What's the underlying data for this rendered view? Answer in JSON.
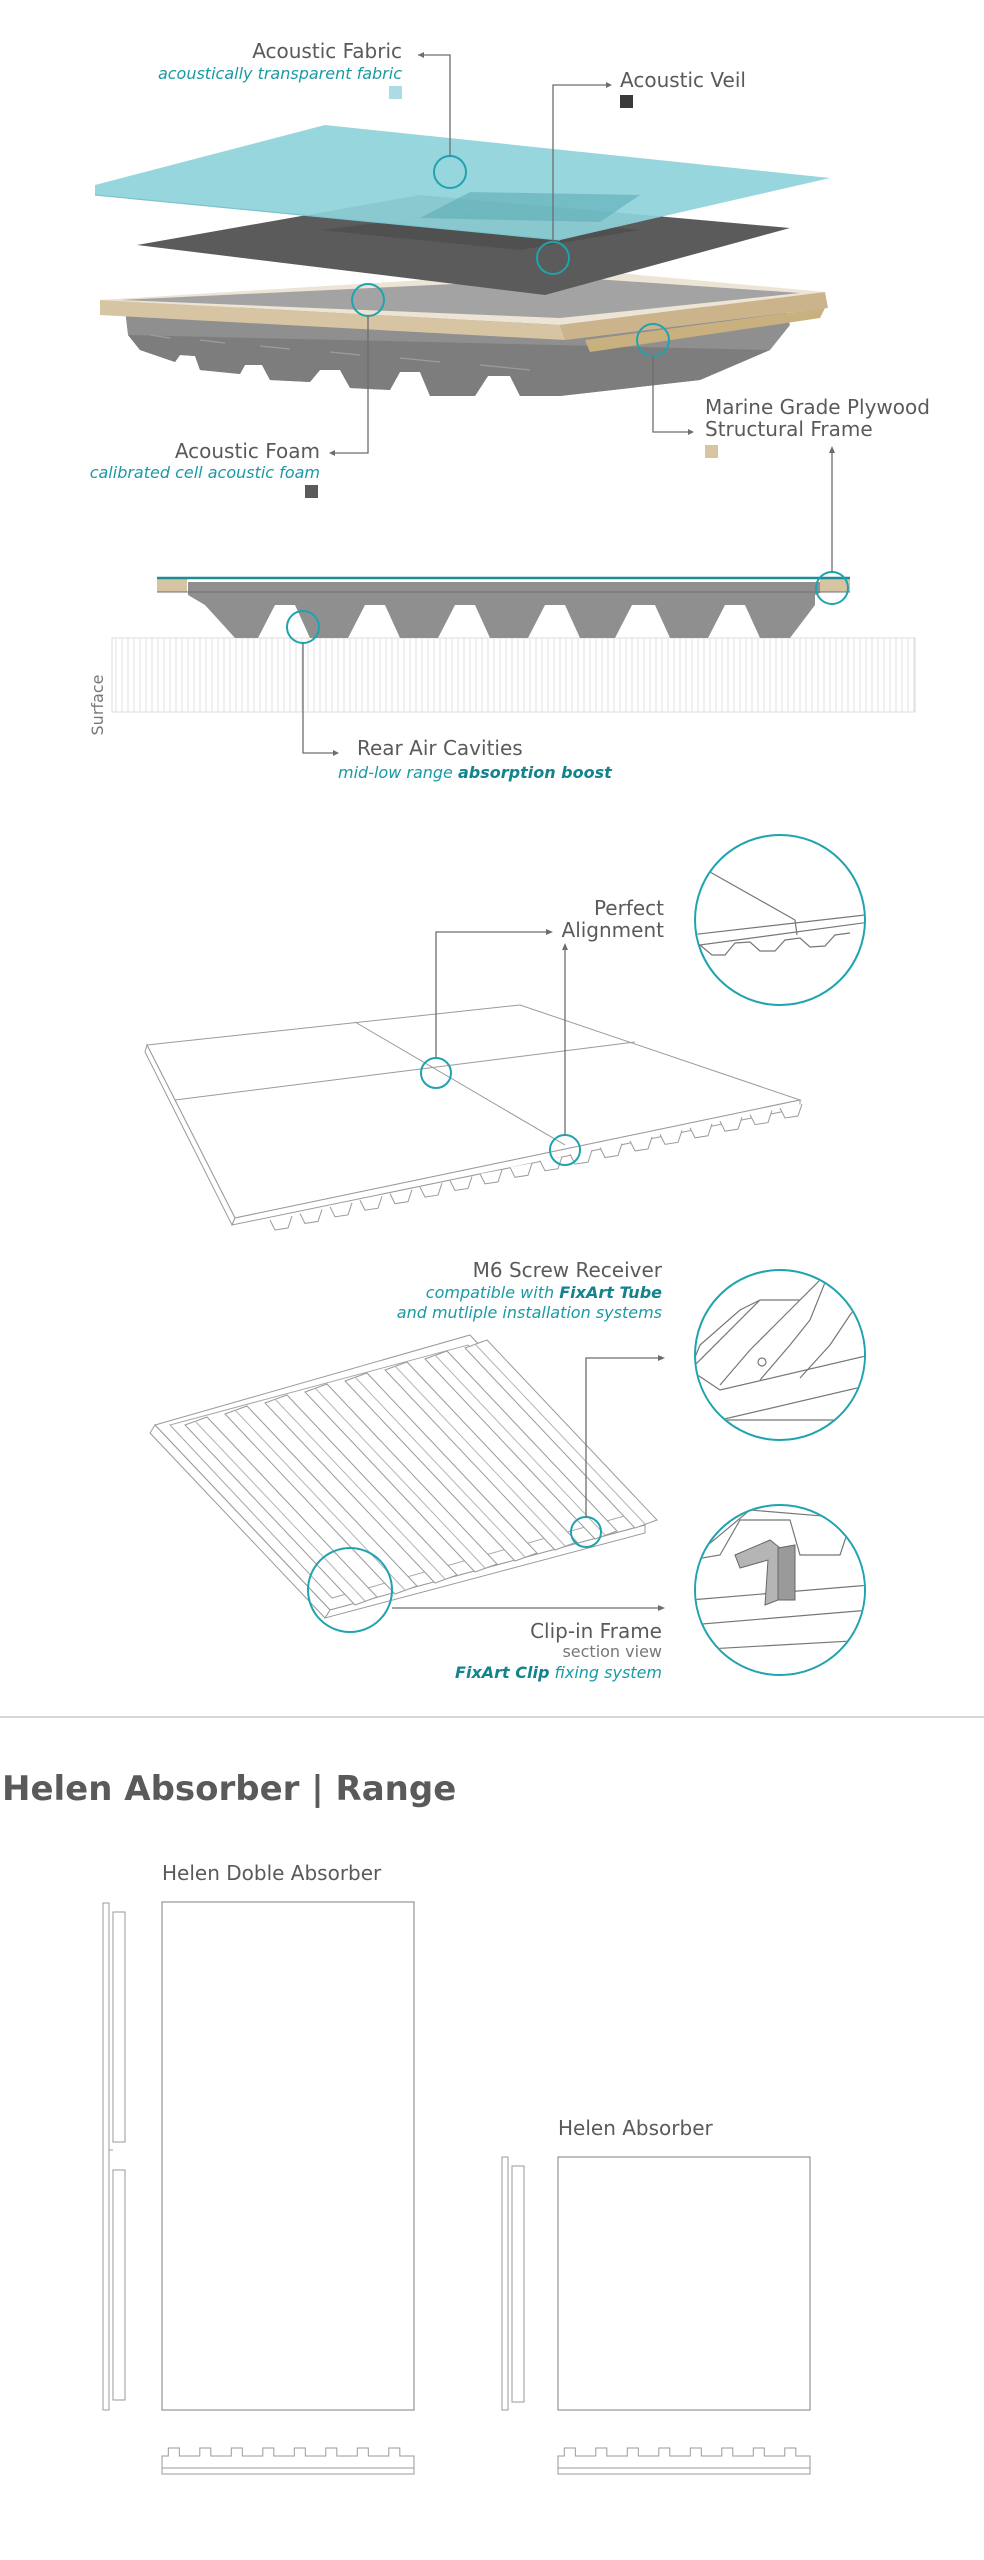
{
  "exploded": {
    "fabric": {
      "label": "Acoustic Fabric",
      "sub": "acoustically transparent fabric",
      "swatch": "#a9dde3"
    },
    "veil": {
      "label": "Acoustic Veil",
      "swatch": "#3a3a3a"
    },
    "foam": {
      "label": "Acoustic Foam",
      "sub": "calibrated cell acoustic foam",
      "swatch": "#5a5a5a"
    },
    "frame": {
      "label1": "Marine Grade Plywood",
      "label2": "Structural Frame",
      "swatch": "#d7c4a2"
    }
  },
  "section": {
    "surface_label": "Surface",
    "cavities_label": "Rear Air Cavities",
    "cavities_sub_a": "mid-low range ",
    "cavities_sub_b": "absorption boost"
  },
  "alignment": {
    "line1": "Perfect",
    "line2": "Alignment"
  },
  "receiver": {
    "label": "M6 Screw Receiver",
    "sub1_a": "compatible with ",
    "sub1_b": "FixArt Tube",
    "sub2": "and mutliple installation systems"
  },
  "clip": {
    "label": "Clip-in Frame",
    "sub": "section view",
    "sub2_a": "FixArt Clip",
    "sub2_b": " fixing system"
  },
  "range": {
    "title": "Helen Absorber | Range",
    "doble": "Helen Doble Absorber",
    "single": "Helen Absorber"
  },
  "colors": {
    "accent": "#1fa3ae",
    "fabric": "#8fd2da",
    "veil": "#555555",
    "foam": "#8c8c8c",
    "wood": "#d7c4a2"
  }
}
